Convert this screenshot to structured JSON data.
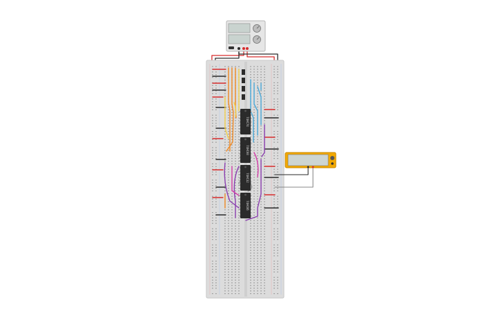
{
  "canvas": {
    "background": "#ffffff"
  },
  "power_supply": {
    "name": "power-supply",
    "body_color": "#e6e6e6",
    "display_color": "#c9d3cf",
    "terminals": [
      "black",
      "red",
      "red"
    ]
  },
  "breadboard": {
    "name": "breadboard",
    "body_color": "#dcdcdc",
    "hole_color": "#7a7a7a"
  },
  "chips": [
    {
      "name": "ic-chip-1",
      "label": "74HC74"
    },
    {
      "name": "ic-chip-2",
      "label": "74HC08"
    },
    {
      "name": "ic-chip-3",
      "label": "74HC32"
    },
    {
      "name": "ic-chip-4",
      "label": "74HC86"
    }
  ],
  "multimeter": {
    "name": "multimeter",
    "body_color": "#f2a900",
    "display_color": "#cdd5d2"
  },
  "wire_colors": {
    "red": "#d62c2c",
    "black": "#2a2a2a",
    "orange": "#f08a24",
    "yellow": "#f2d04a",
    "blue": "#4aa8d8",
    "purple": "#8b3fb0",
    "magenta": "#d23ca8",
    "gray": "#888888"
  }
}
